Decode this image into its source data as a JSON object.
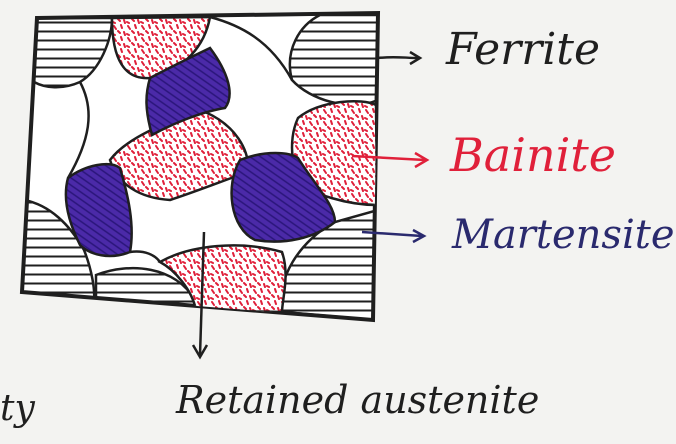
{
  "labels": {
    "ferrite": "Ferrite",
    "bainite": "Bainite",
    "martensite": "Martensite",
    "retained_austenite": "Retained austenite",
    "left_fragment": "ty"
  },
  "colors": {
    "paper": "#f3f3f1",
    "ink": "#1f1f1f",
    "bainite_red": "#e0203a",
    "martensite_purple": "#4b2aa8",
    "martensite_text": "#2a2a6e"
  }
}
